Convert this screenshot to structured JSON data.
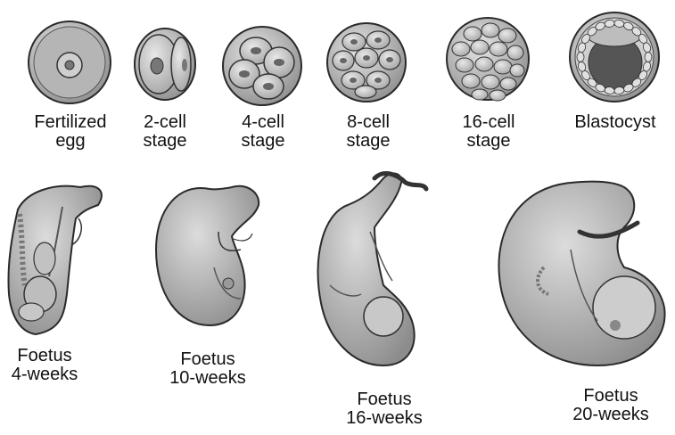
{
  "early_stages": [
    {
      "id": "fertilized-egg",
      "line1": "Fertilized",
      "line2": "egg"
    },
    {
      "id": "2-cell",
      "line1": "2-cell",
      "line2": "stage"
    },
    {
      "id": "4-cell",
      "line1": "4-cell",
      "line2": "stage"
    },
    {
      "id": "8-cell",
      "line1": "8-cell",
      "line2": "stage"
    },
    {
      "id": "16-cell",
      "line1": "16-cell",
      "line2": "stage"
    },
    {
      "id": "blastocyst",
      "line1": "Blastocyst",
      "line2": ""
    }
  ],
  "foetus_stages": [
    {
      "id": "foetus-4-weeks",
      "line1": "Foetus",
      "line2": "4-weeks"
    },
    {
      "id": "foetus-10-weeks",
      "line1": "Foetus",
      "line2": "10-weeks"
    },
    {
      "id": "foetus-16-weeks",
      "line1": "Foetus",
      "line2": "16-weeks"
    },
    {
      "id": "foetus-20-weeks",
      "line1": "Foetus",
      "line2": "20-weeks"
    }
  ],
  "colors": {
    "outline": "#2a2a2a",
    "cell_fill": "#bdbdbd",
    "cell_light": "#d9d9d9",
    "background": "#ffffff"
  }
}
